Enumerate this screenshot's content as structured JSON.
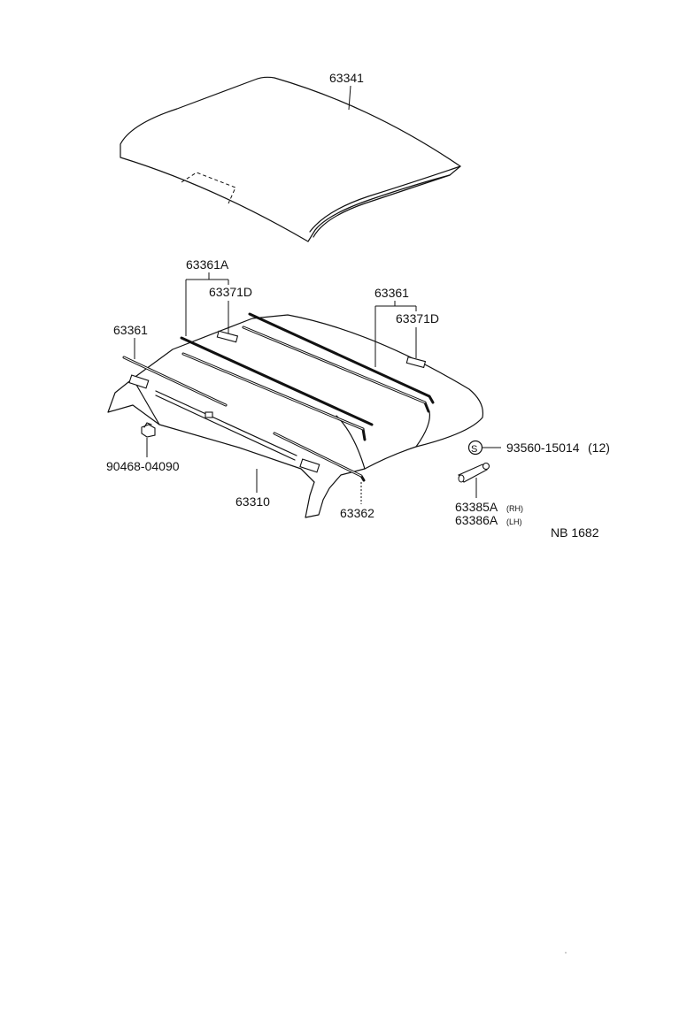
{
  "diagram": {
    "labels": {
      "roof_panel": "63341",
      "retainer_a": "63361A",
      "clip_d_left": "63371D",
      "retainer_right": "63361",
      "clip_d_right": "63371D",
      "retainer_left": "63361",
      "clip_bottom": "90468-04090",
      "headlining": "63310",
      "retainer_front": "63362",
      "screw": "93560-15014",
      "screw_qty": "(12)",
      "screw_symbol": "S",
      "holder_rh": "63385A",
      "holder_rh_side": "(RH)",
      "holder_lh": "63386A",
      "holder_lh_side": "(LH)",
      "drawing_code": "NB 1682"
    }
  }
}
